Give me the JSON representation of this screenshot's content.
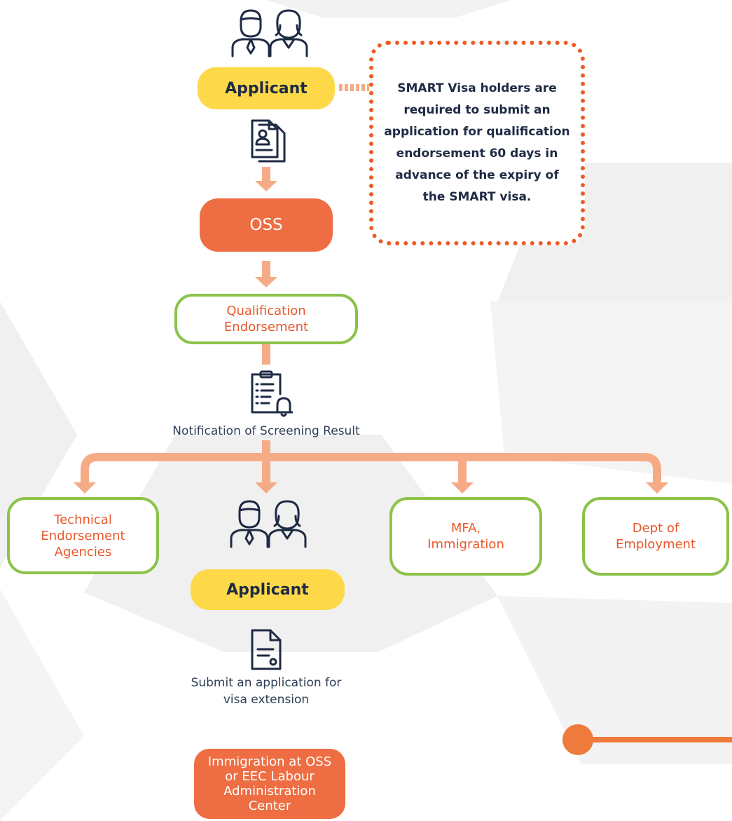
{
  "applicant_top": {
    "label": "Applicant"
  },
  "note": {
    "text": "SMART Visa holders are required to submit an application for qualification endorsement 60 days in advance of the expiry of the SMART visa."
  },
  "oss": {
    "label": "OSS"
  },
  "qualification": {
    "label": "Qualification\nEndorsement"
  },
  "notification": {
    "label": "Notification of Screening Result"
  },
  "branches": {
    "technical": {
      "label": "Technical\nEndorsement\nAgencies"
    },
    "mfa": {
      "label": "MFA,\nImmigration"
    },
    "employment": {
      "label": "Dept of\nEmployment"
    }
  },
  "applicant_bottom": {
    "label": "Applicant"
  },
  "submit": {
    "label": "Submit an application for\nvisa extension"
  },
  "immigration": {
    "label": "Immigration at OSS\nor EEC Labour\nAdministration\nCenter"
  },
  "icons": {
    "people": "applicant-people-icon",
    "documents": "documents-icon",
    "clipboard": "clipboard-bell-icon",
    "file": "file-icon"
  },
  "colors": {
    "accent_orange": "#ee6d43",
    "arrow": "#f5ac86",
    "yellow": "#fdd94a",
    "green_border": "#8bc34a",
    "text_orange": "#e8582a",
    "note_border": "#ee5a24",
    "dark_text": "#1f2a44"
  }
}
